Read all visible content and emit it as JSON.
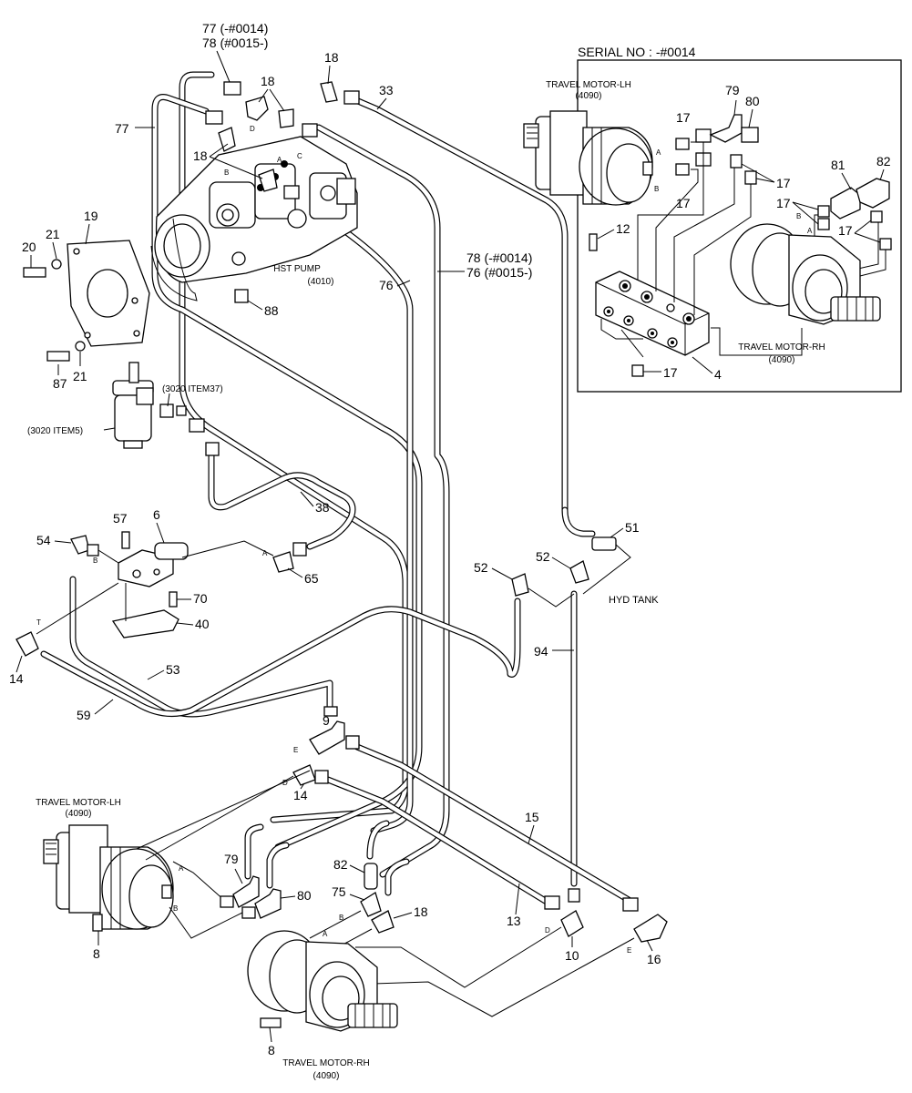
{
  "diagram": {
    "serial_title": "SERIAL NO : -#0014",
    "components": {
      "hst_pump": {
        "name": "HST PUMP",
        "ref": "(4010)"
      },
      "travel_motor_lh_inset": {
        "name": "TRAVEL MOTOR-LH",
        "ref": "(4090)"
      },
      "travel_motor_rh_inset": {
        "name": "TRAVEL MOTOR-RH",
        "ref": "(4090)"
      },
      "travel_motor_lh_main": {
        "name": "TRAVEL MOTOR-LH",
        "ref": "(4090)"
      },
      "travel_motor_rh_main": {
        "name": "TRAVEL MOTOR-RH",
        "ref": "(4090)"
      },
      "hyd_tank": "HYD TANK",
      "filter_item5": "(3020 ITEM5)",
      "filter_item37": "(3020 ITEM37)"
    },
    "callouts": {
      "c77_a": "77 (-#0014)",
      "c78_a": "78 (#0015-)",
      "c78_b": "78 (-#0014)",
      "c76_b": "76 (#0015-)",
      "c77": "77",
      "c18_1": "18",
      "c18_2": "18",
      "c18_3": "18",
      "c18_4": "18",
      "c33": "33",
      "c19": "19",
      "c20": "20",
      "c21_1": "21",
      "c21_2": "21",
      "c87": "87",
      "c88": "88",
      "c76": "76",
      "c38": "38",
      "c57": "57",
      "c6": "6",
      "c54": "54",
      "c65": "65",
      "c70": "70",
      "c40": "40",
      "c14_1": "14",
      "c14_2": "14",
      "c53": "53",
      "c59": "59",
      "c9": "9",
      "c51": "51",
      "c52_1": "52",
      "c52_2": "52",
      "c94": "94",
      "c15": "15",
      "c13": "13",
      "c82_1": "82",
      "c75": "75",
      "c79_1": "79",
      "c80_1": "80",
      "c8_1": "8",
      "c8_2": "8",
      "c10": "10",
      "c16": "16",
      "c12": "12",
      "c4": "4",
      "c17_1": "17",
      "c17_2": "17",
      "c17_3": "17",
      "c17_4": "17",
      "c17_5": "17",
      "c17_6": "17",
      "c79_2": "79",
      "c80_2": "80",
      "c81": "81",
      "c82_2": "82"
    },
    "ports": {
      "a1": "A",
      "b1": "B",
      "a2": "A",
      "b2": "B",
      "a3": "A",
      "b3": "B",
      "a4": "A",
      "b4": "B",
      "c1": "C",
      "d1": "D",
      "d2": "D",
      "e1": "E",
      "d3": "D",
      "e2": "E",
      "a5": "A",
      "b5": "B",
      "a6": "A",
      "b6": "B",
      "t1": "T",
      "a7": "A"
    }
  }
}
